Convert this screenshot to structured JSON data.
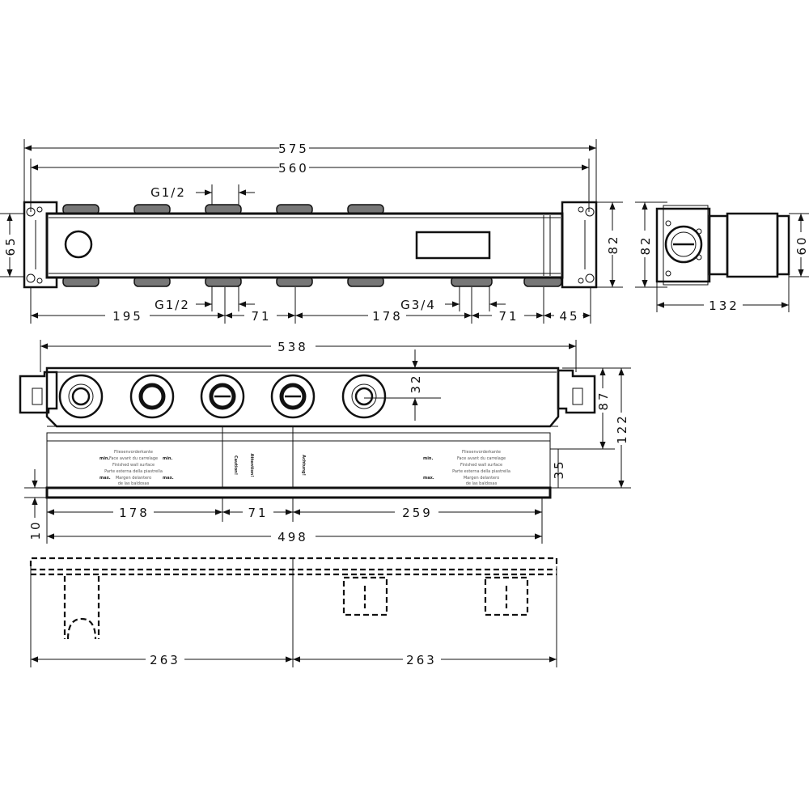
{
  "top_view": {
    "overall_length": "575",
    "body_length": "560",
    "height_left": "65",
    "height_right": "82",
    "thread_top": "G1/2",
    "thread_bottom": "G1/2",
    "thread_outlet": "G3/4",
    "spacing": [
      "195",
      "71",
      "178",
      "71",
      "45"
    ]
  },
  "side_view": {
    "height": "82",
    "depth_front": "60",
    "depth": "132"
  },
  "front_view": {
    "length": "538",
    "port_offset": "32",
    "height_87": "87",
    "height_122": "122",
    "install_depth": "35",
    "base_offset": "10",
    "spacing": [
      "178",
      "71",
      "259"
    ],
    "base_length": "498",
    "label_strip": {
      "lines": [
        "Fliesenvorderkante",
        "Face avant du carrelage",
        "Finished wall surface",
        "Parte esterna della piastrella",
        "Margen delantero",
        "de las baldosas"
      ],
      "min": "min.",
      "max": "max.",
      "warnings": [
        "Achtung!",
        "Attention!",
        "Caution!"
      ]
    }
  },
  "bottom_view": {
    "left_span": "263",
    "right_span": "263"
  }
}
